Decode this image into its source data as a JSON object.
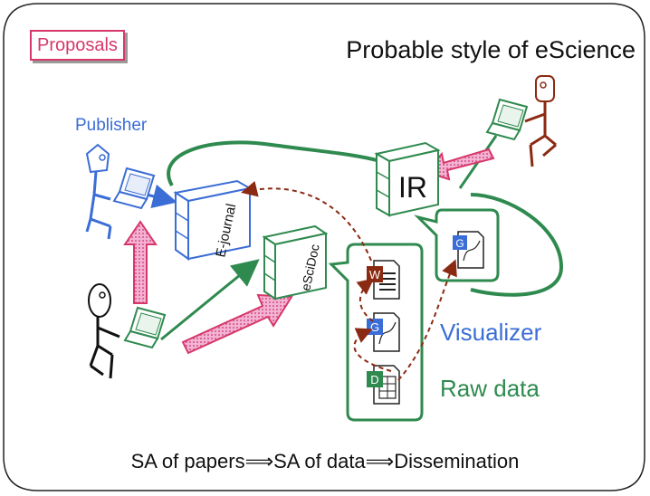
{
  "slide": {
    "tag": "Proposals",
    "title": "Probable style of eScience",
    "footer": "SA of papers⟹SA of data⟹Dissemination"
  },
  "diagram": {
    "actors": {
      "publisher": "Publisher"
    },
    "servers": {
      "ir": "IR",
      "ejournal": "E-journal",
      "escidoc": "eSciDoc"
    },
    "labels": {
      "visualizer": "Visualizer",
      "raw_data": "Raw data"
    },
    "doc_icons": {
      "word": "W",
      "graph": "G",
      "data": "D"
    }
  },
  "colors": {
    "green": "#2f8a4f",
    "blue": "#3b6dd6",
    "magenta": "#d6386a",
    "brown": "#8b2a12",
    "pink_arrow": "#e99ac2"
  }
}
